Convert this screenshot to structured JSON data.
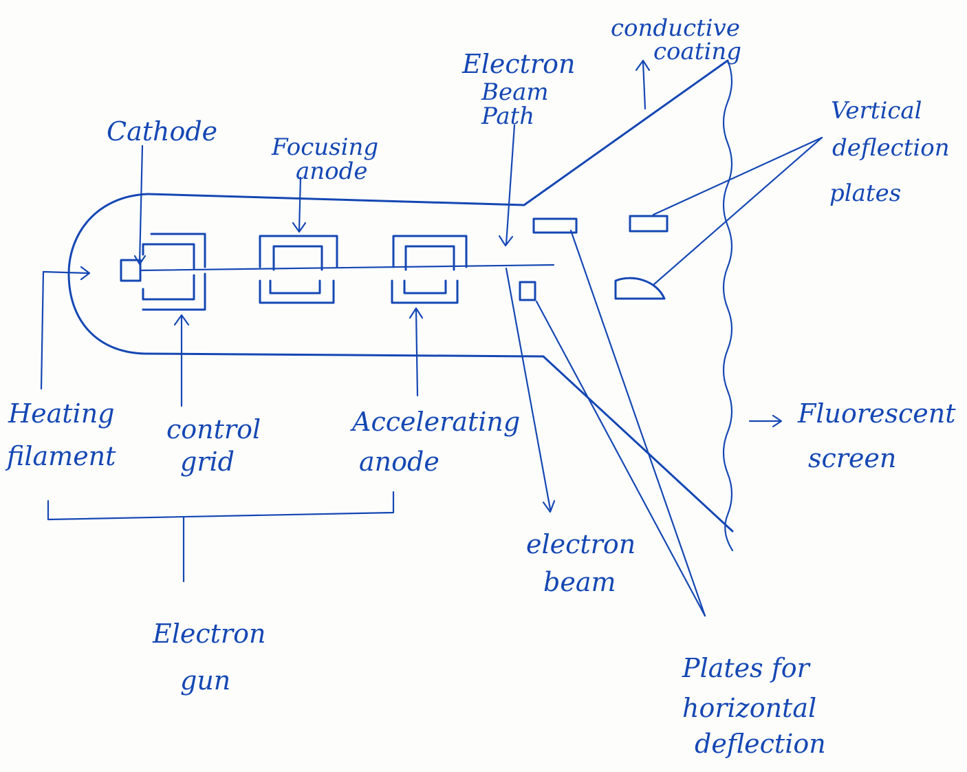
{
  "labels": {
    "cathode": "Cathode",
    "focusing_anode_1": "Focusing",
    "focusing_anode_2": "anode",
    "beam_path_1": "Electron",
    "beam_path_2": "Beam",
    "beam_path_3": "Path",
    "conductive_1": "conductive",
    "conductive_2": "coating",
    "vertical_1": "Vertical",
    "vertical_2": "deflection",
    "vertical_3": "plates",
    "heating_1": "Heating",
    "heating_2": "filament",
    "control_1": "control",
    "control_2": "grid",
    "accel_1": "Accelerating",
    "accel_2": "anode",
    "fluor_1": "Fluorescent",
    "fluor_2": "screen",
    "ebeam_1": "electron",
    "ebeam_2": "beam",
    "gun_1": "Electron",
    "gun_2": "gun",
    "hplates_1": "Plates for",
    "hplates_2": "horizontal",
    "hplates_3": "deflection"
  },
  "colors": {
    "ink": "#1447b3",
    "paper": "#fdfdfc"
  }
}
